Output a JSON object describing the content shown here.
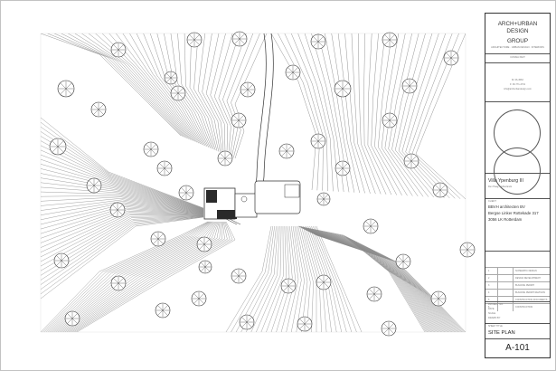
{
  "firm": {
    "name_line1": "ARCH+URBAN",
    "name_line2": "DESIGN",
    "name_line3": "GROUP",
    "subline": "ARCHITECTURE · URBAN DESIGN · INTERIORS",
    "tag": "CONSULTANT",
    "phone": "M: 06-4563",
    "fax": "F: 06-771-4731",
    "email": "info@archurbandesign.com"
  },
  "project": {
    "name": "Villa Ypenburg III",
    "location": "Den Haag, Netherlands"
  },
  "architect": {
    "label": "CLIENT",
    "line1": "BBVH architecten BV",
    "line2": "Bergse Linker Rottekade 317",
    "line3": "3056 LK Rotterdam"
  },
  "revisions": [
    {
      "no": "1",
      "desc": "SCHEMATIC DESIGN"
    },
    {
      "no": "2",
      "desc": "DESIGN DEVELOPMENT"
    },
    {
      "no": "3",
      "desc": "BUILDING PERMIT"
    },
    {
      "no": "4",
      "desc": "BUILDING PERMIT REVISION"
    },
    {
      "no": "5",
      "desc": "CONSTRUCTION DOCUMENTS"
    },
    {
      "no": "6",
      "desc": "CONSTRUCTION"
    }
  ],
  "info": {
    "l1": "PROJECT NO.",
    "l2": "DATE",
    "l3": "SCALE",
    "l4": "DRAWN BY"
  },
  "sheet": {
    "title_label": "SHEET TITLE",
    "title": "SITE PLAN",
    "number": "A-101"
  },
  "colors": {
    "line": "#333333",
    "light": "#888888",
    "building_dark": "#2a2a2a"
  }
}
